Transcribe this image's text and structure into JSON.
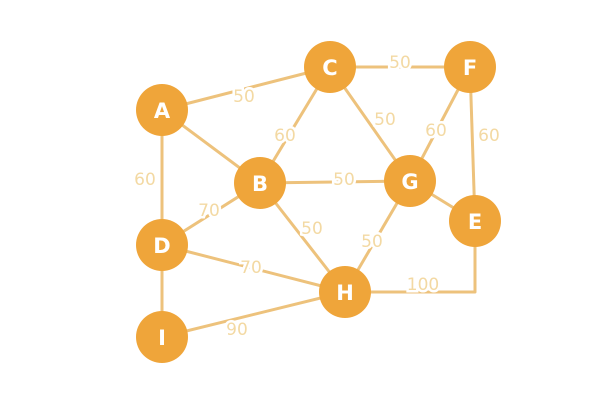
{
  "graph": {
    "nodes": [
      "A",
      "B",
      "C",
      "D",
      "E",
      "F",
      "G",
      "H",
      "I"
    ],
    "edges": [
      {
        "from": "A",
        "to": "C",
        "weight": "50"
      },
      {
        "from": "A",
        "to": "B",
        "weight": ""
      },
      {
        "from": "A",
        "to": "D",
        "weight": "60"
      },
      {
        "from": "C",
        "to": "F",
        "weight": "50"
      },
      {
        "from": "C",
        "to": "B",
        "weight": "60"
      },
      {
        "from": "C",
        "to": "G",
        "weight": "50"
      },
      {
        "from": "F",
        "to": "G",
        "weight": "60"
      },
      {
        "from": "F",
        "to": "E",
        "weight": "60"
      },
      {
        "from": "B",
        "to": "G",
        "weight": "50"
      },
      {
        "from": "B",
        "to": "D",
        "weight": "70"
      },
      {
        "from": "B",
        "to": "H",
        "weight": "50"
      },
      {
        "from": "G",
        "to": "E",
        "weight": ""
      },
      {
        "from": "G",
        "to": "H",
        "weight": "50"
      },
      {
        "from": "D",
        "to": "H",
        "weight": "70"
      },
      {
        "from": "D",
        "to": "I",
        "weight": ""
      },
      {
        "from": "H",
        "to": "E",
        "weight": "100"
      },
      {
        "from": "I",
        "to": "H",
        "weight": "90"
      }
    ],
    "colors": {
      "node": "#EFA53A",
      "edge": "#EDC27C",
      "weight_text": "#F3D9A3",
      "node_text": "#FFFFFF"
    }
  }
}
